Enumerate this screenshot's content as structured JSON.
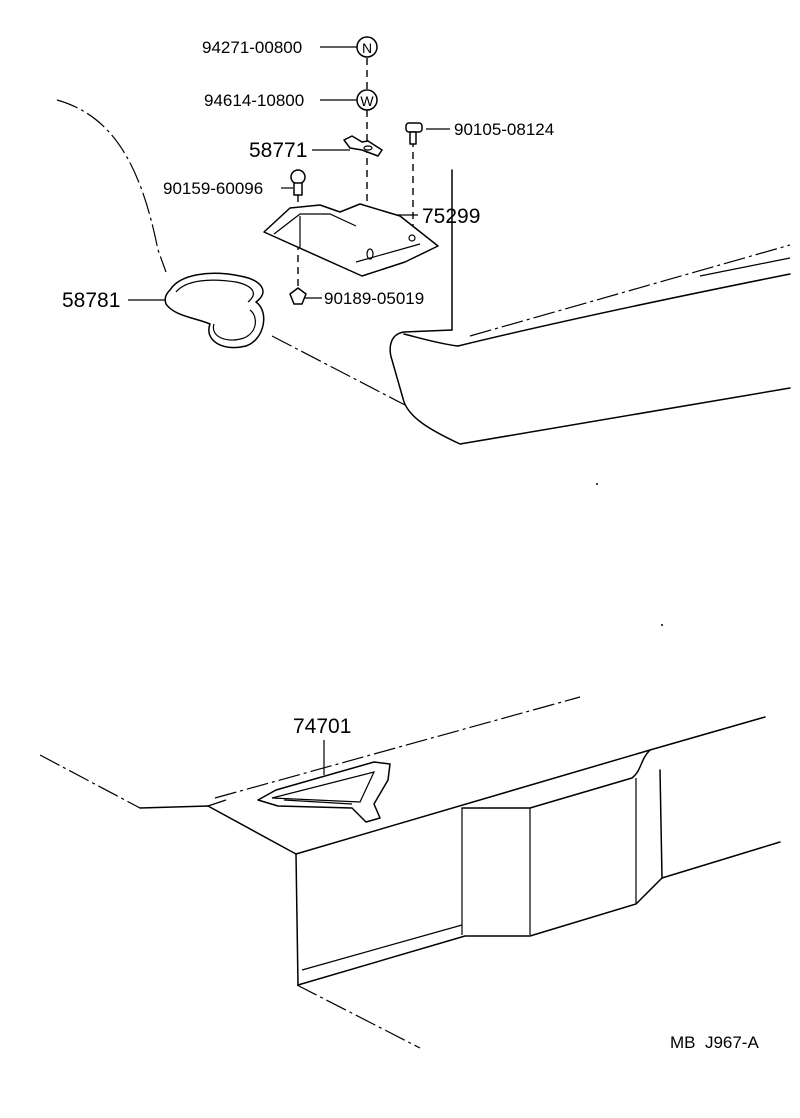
{
  "parts": {
    "p94271": "94271-00800",
    "p94614": "94614-10800",
    "p58771": "58771",
    "p90105": "90105-08124",
    "p90159": "90159-60096",
    "p75299": "75299",
    "p58781": "58781",
    "p90189": "90189-05019",
    "p74701": "74701"
  },
  "symbols": {
    "nut_marker": "N",
    "washer_marker": "W"
  },
  "diagram_code": "MB  J967-A"
}
